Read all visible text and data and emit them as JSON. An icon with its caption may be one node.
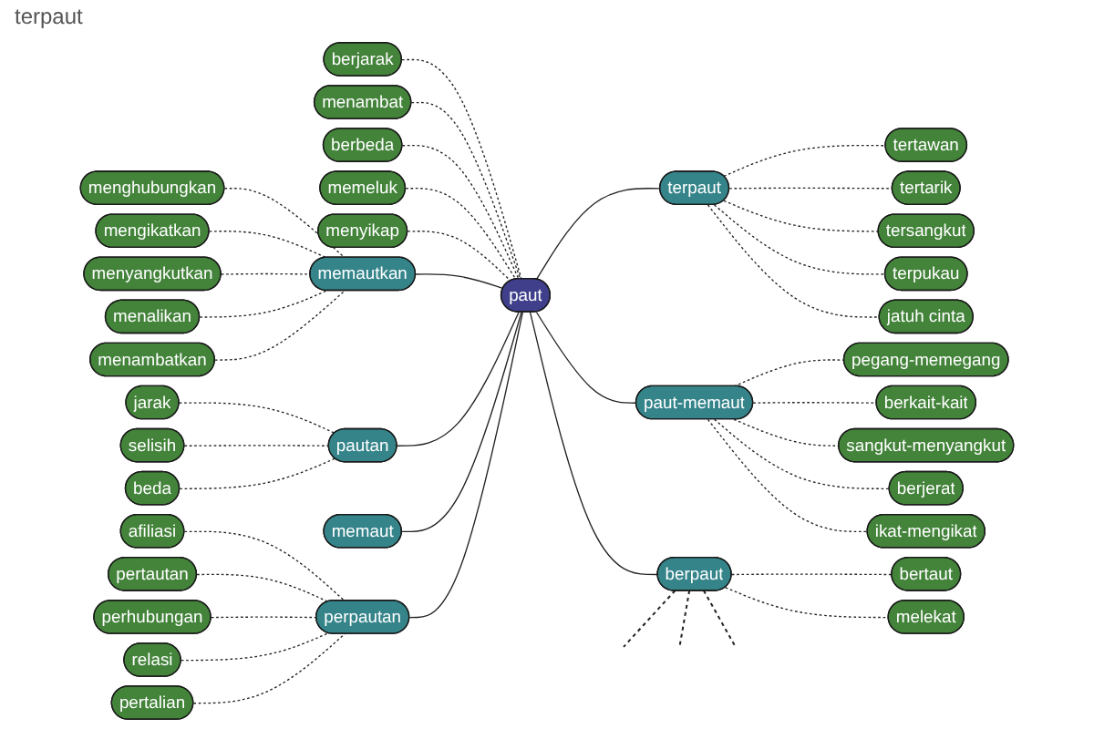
{
  "diagram": {
    "nodes": [
      {
        "text": [
          "menghubungkan"
        ]
      },
      {
        "text": [
          "mengikatkan"
        ]
      },
      {
        "text": [
          "menyangkutkan"
        ]
      },
      {
        "text": [
          "menalikan"
        ]
      },
      {
        "text": [
          "memautkan"
        ]
      },
      {
        "text": [
          "menambatkan"
        ]
      },
      {
        "text": [
          "jarak"
        ]
      },
      {
        "text": [
          "selisih"
        ]
      },
      {
        "text": [
          "berbeda"
        ]
      },
      {
        "text": [
          "menambat"
        ]
      },
      {
        "text": [
          "pautan"
        ]
      },
      {
        "text": [
          "berjarak"
        ]
      },
      {
        "text": [
          "beda"
        ]
      },
      {
        "text": [
          "memaut"
        ]
      },
      {
        "text": [
          "memeluk"
        ]
      },
      {
        "text": [
          "afiliasi"
        ]
      },
      {
        "text": [
          "paut"
        ]
      },
      {
        "text": [
          "menyikap"
        ]
      },
      {
        "text": [
          "tertawan"
        ]
      },
      {
        "text": [
          "pertautan"
        ]
      },
      {
        "text": [
          "perpautan"
        ]
      },
      {
        "text": [
          "perhubungan"
        ]
      },
      {
        "text": [
          "pegang-memegang"
        ]
      },
      {
        "text": [
          "terpaut"
        ]
      },
      {
        "text": [
          "tertarik"
        ]
      },
      {
        "text": [
          "tersangkut"
        ]
      },
      {
        "text": [
          "relasi"
        ]
      },
      {
        "text": [
          "melekat"
        ]
      },
      {
        "text": [
          "paut-memaut"
        ]
      },
      {
        "text": [
          "pertalian"
        ]
      },
      {
        "text": [
          "berkait-kait"
        ]
      },
      {
        "text": [
          "bertaut"
        ]
      },
      {
        "text": [
          "terpukau"
        ]
      },
      {
        "text": [
          "jatuh cinta"
        ]
      },
      {
        "text": [
          "berpaut"
        ]
      },
      {
        "text": [
          "sangkut-menyangkut"
        ]
      },
      {
        "text": [
          "ikat-mengikat"
        ]
      },
      {
        "text": [
          "berjerat"
        ]
      }
    ],
    "edges": [
      {
        "from": 0,
        "to": 4,
        "arrow": "none",
        "style": "dashed"
      },
      {
        "from": 1,
        "to": 4,
        "arrow": "none",
        "style": "dashed"
      },
      {
        "from": 2,
        "to": 4,
        "arrow": "none",
        "style": "dashed"
      },
      {
        "from": 3,
        "to": 4,
        "arrow": "none",
        "style": "dashed"
      },
      {
        "from": 5,
        "to": 4,
        "arrow": "none",
        "style": "dashed"
      },
      {
        "from": 6,
        "to": 10,
        "arrow": "none",
        "style": "dashed"
      },
      {
        "from": 7,
        "to": 10,
        "arrow": "none",
        "style": "dashed"
      },
      {
        "from": 12,
        "to": 10,
        "arrow": "none",
        "style": "dashed"
      },
      {
        "from": 15,
        "to": 20,
        "arrow": "none",
        "style": "dashed"
      },
      {
        "from": 19,
        "to": 20,
        "arrow": "none",
        "style": "dashed"
      },
      {
        "from": 21,
        "to": 20,
        "arrow": "none",
        "style": "dashed"
      },
      {
        "from": 26,
        "to": 20,
        "arrow": "none",
        "style": "dashed"
      },
      {
        "from": 29,
        "to": 20,
        "arrow": "none",
        "style": "dashed"
      },
      {
        "from": 11,
        "to": 16,
        "arrow": "none",
        "style": "dashed"
      },
      {
        "from": 9,
        "to": 16,
        "arrow": "none",
        "style": "dashed"
      },
      {
        "from": 8,
        "to": 16,
        "arrow": "none",
        "style": "dashed"
      },
      {
        "from": 14,
        "to": 16,
        "arrow": "none",
        "style": "dashed"
      },
      {
        "from": 17,
        "to": 16,
        "arrow": "none",
        "style": "dashed"
      },
      {
        "from": 4,
        "to": 16,
        "arrow": "none"
      },
      {
        "from": 10,
        "to": 16,
        "arrow": "none"
      },
      {
        "from": 13,
        "to": 16,
        "arrow": "none"
      },
      {
        "from": 20,
        "to": 16,
        "arrow": "none"
      },
      {
        "from": 16,
        "to": 23,
        "arrow": "none"
      },
      {
        "from": 16,
        "to": 28,
        "arrow": "none"
      },
      {
        "from": 16,
        "to": 34,
        "arrow": "none"
      },
      {
        "from": 23,
        "to": 18,
        "arrow": "none",
        "style": "dashed"
      },
      {
        "from": 23,
        "to": 24,
        "arrow": "none",
        "style": "dashed"
      },
      {
        "from": 23,
        "to": 25,
        "arrow": "none",
        "style": "dashed"
      },
      {
        "from": 23,
        "to": 32,
        "arrow": "none",
        "style": "dashed"
      },
      {
        "from": 23,
        "to": 33,
        "arrow": "none",
        "style": "dashed"
      },
      {
        "from": 28,
        "to": 22,
        "arrow": "none",
        "style": "dashed"
      },
      {
        "from": 28,
        "to": 30,
        "arrow": "none",
        "style": "dashed"
      },
      {
        "from": 28,
        "to": 35,
        "arrow": "none",
        "style": "dashed"
      },
      {
        "from": 28,
        "to": 37,
        "arrow": "none",
        "style": "dashed"
      },
      {
        "from": 28,
        "to": 36,
        "arrow": "none",
        "style": "dashed"
      },
      {
        "from": 34,
        "to": 31,
        "arrow": "none",
        "style": "dashed"
      },
      {
        "from": 34,
        "to": 27,
        "arrow": "none",
        "style": "dashed"
      },
      {
        "from": 34,
        "to": null,
        "arrow": "none",
        "style": "dashed"
      },
      {
        "from": 34,
        "to": null,
        "arrow": "none",
        "style": "dashed"
      },
      {
        "from": 34,
        "to": null,
        "arrow": "none",
        "style": "dashed"
      }
    ],
    "labels": [
      "terpaut"
    ]
  }
}
